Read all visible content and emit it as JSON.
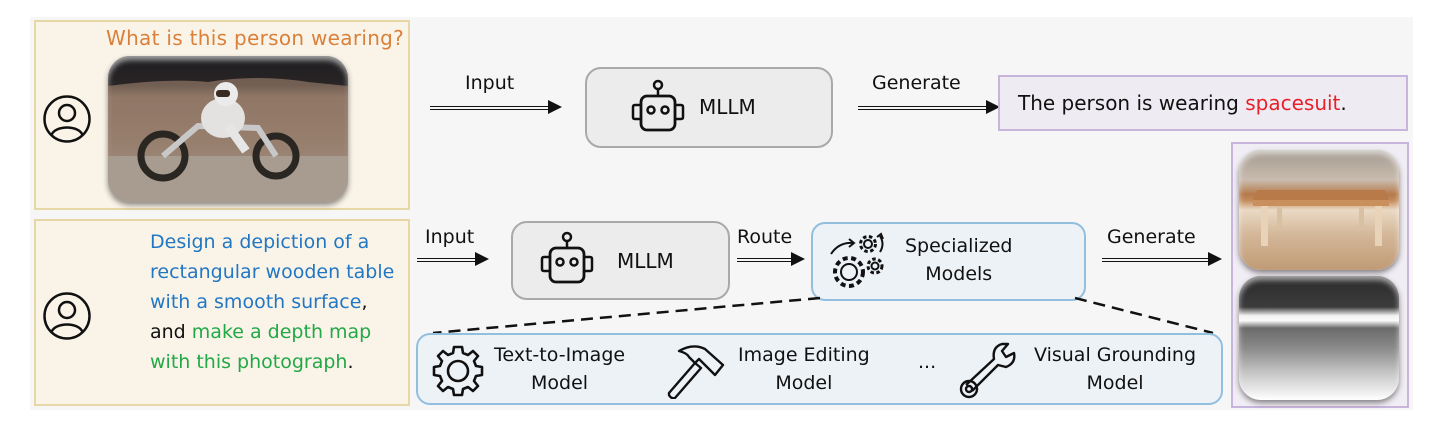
{
  "row1": {
    "question": "What is this person wearing?",
    "input_image": "astronaut riding a motorcycle on the moon",
    "input_label": "Input",
    "model_label": "MLLM",
    "generate_label": "Generate",
    "answer_prefix": "The person is wearing ",
    "answer_highlight": "spacesuit",
    "answer_suffix": "."
  },
  "row2": {
    "instruction": {
      "line1": "Design a depiction of a",
      "line2": "rectangular wooden table",
      "line3": "with a smooth surface",
      "line3_suffix": ",",
      "line4_prefix": "and ",
      "line4": "make a depth map",
      "line5": "with this photograph",
      "line5_suffix": "."
    },
    "input_label": "Input",
    "model_label": "MLLM",
    "route_label": "Route",
    "specialized_line1": "Specialized",
    "specialized_line2": "Models",
    "generate_label": "Generate",
    "tools": [
      {
        "line1": "Text-to-Image",
        "line2": "Model",
        "icon": "gear-icon"
      },
      {
        "line1": "Image Editing",
        "line2": "Model",
        "icon": "hammer-icon"
      },
      {
        "line1": "Visual Grounding",
        "line2": "Model",
        "icon": "wrench-icon"
      }
    ],
    "ellipsis": "...",
    "outputs": [
      "rectangular wooden table image",
      "depth map of table"
    ]
  },
  "colors": {
    "question": "#d9803a",
    "highlight": "#e8202a",
    "instruction_blue": "#2277c4",
    "instruction_green": "#22a847",
    "user_box_border": "#e8d7a6",
    "model_box_border": "#93bfdf",
    "answer_box_border": "#c7b5dc"
  }
}
